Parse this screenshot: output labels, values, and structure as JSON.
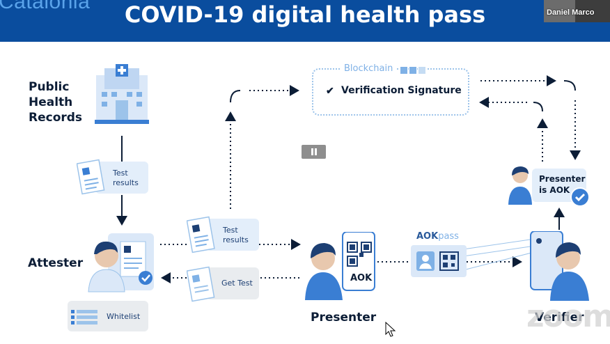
{
  "header": {
    "org_partial": "Catalonia",
    "title": "COVID-19 digital health pass",
    "participant_name": "Daniel Marco"
  },
  "diagram": {
    "public_records_label": [
      "Public",
      "Health",
      "Records"
    ],
    "test_results_card": [
      "Test",
      "results"
    ],
    "attester_label": "Attester",
    "whitelist_card": "Whitelist",
    "test_results_card_2": [
      "Test",
      "results"
    ],
    "get_test_card": "Get Test",
    "blockchain_label": "Blockchain",
    "verification_signature": "Verification Signature",
    "presenter_label": "Presenter",
    "aokpass_label_bold": "AOK",
    "aokpass_label_light": "pass",
    "phone_aok_label": "AOK",
    "presenter_is_aok": [
      "Presenter",
      "is AOK"
    ],
    "verifier_label": "Verifier"
  },
  "overlay": {
    "zoom_watermark": "zoom",
    "pause_icon": "pause-icon",
    "cursor_icon": "mouse-pointer-icon"
  },
  "colors": {
    "banner": "#0a4d9e",
    "accent": "#3a7ed3",
    "light_card": "#e3eefa",
    "text_dark": "#0c1d36"
  }
}
